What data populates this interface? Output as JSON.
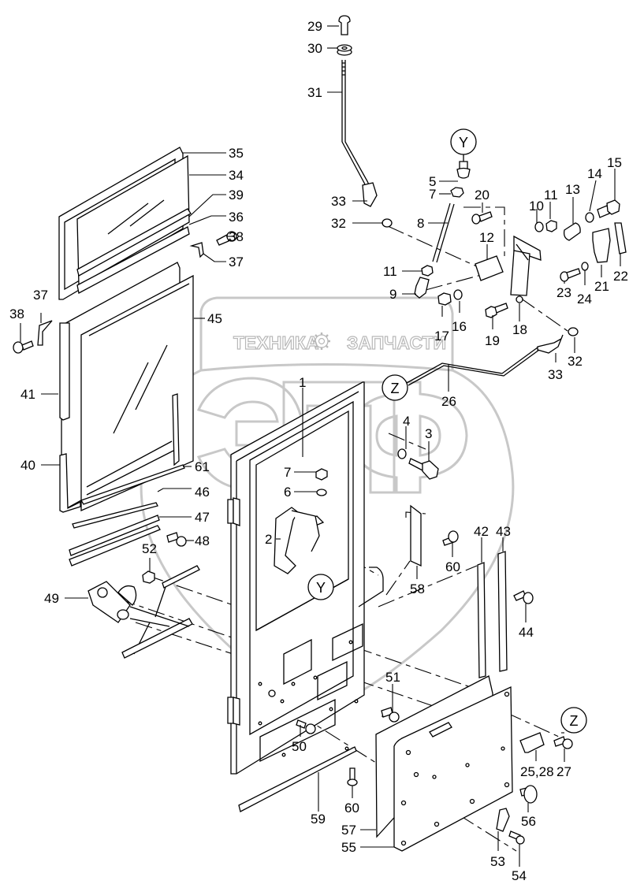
{
  "watermark": {
    "text_left": "ТЕХНИКА",
    "text_right": "ЗАПЧАСТИ",
    "logo_letters": "ЭПФ",
    "gear_icon": "gear-icon",
    "color": "#c8c8c8"
  },
  "detail_markers": {
    "Y": "Y",
    "Z": "Z"
  },
  "callouts": [
    {
      "id": "29",
      "text": "29"
    },
    {
      "id": "30",
      "text": "30"
    },
    {
      "id": "31",
      "text": "31"
    },
    {
      "id": "35",
      "text": "35"
    },
    {
      "id": "34",
      "text": "34"
    },
    {
      "id": "39",
      "text": "39"
    },
    {
      "id": "36",
      "text": "36"
    },
    {
      "id": "38a",
      "text": "38"
    },
    {
      "id": "37a",
      "text": "37"
    },
    {
      "id": "33a",
      "text": "33"
    },
    {
      "id": "32a",
      "text": "32"
    },
    {
      "id": "5",
      "text": "5"
    },
    {
      "id": "7a",
      "text": "7"
    },
    {
      "id": "8",
      "text": "8"
    },
    {
      "id": "11a",
      "text": "11"
    },
    {
      "id": "9",
      "text": "9"
    },
    {
      "id": "20",
      "text": "20"
    },
    {
      "id": "10",
      "text": "10"
    },
    {
      "id": "11b",
      "text": "11"
    },
    {
      "id": "13",
      "text": "13"
    },
    {
      "id": "14",
      "text": "14"
    },
    {
      "id": "15",
      "text": "15"
    },
    {
      "id": "12",
      "text": "12"
    },
    {
      "id": "22",
      "text": "22"
    },
    {
      "id": "21",
      "text": "21"
    },
    {
      "id": "23",
      "text": "23"
    },
    {
      "id": "24",
      "text": "24"
    },
    {
      "id": "17",
      "text": "17"
    },
    {
      "id": "16",
      "text": "16"
    },
    {
      "id": "19",
      "text": "19"
    },
    {
      "id": "18",
      "text": "18"
    },
    {
      "id": "32b",
      "text": "32"
    },
    {
      "id": "33b",
      "text": "33"
    },
    {
      "id": "37b",
      "text": "37"
    },
    {
      "id": "38b",
      "text": "38"
    },
    {
      "id": "45",
      "text": "45"
    },
    {
      "id": "41",
      "text": "41"
    },
    {
      "id": "40",
      "text": "40"
    },
    {
      "id": "61",
      "text": "61"
    },
    {
      "id": "46",
      "text": "46"
    },
    {
      "id": "47",
      "text": "47"
    },
    {
      "id": "48",
      "text": "48"
    },
    {
      "id": "52",
      "text": "52"
    },
    {
      "id": "49",
      "text": "49"
    },
    {
      "id": "1",
      "text": "1"
    },
    {
      "id": "26",
      "text": "26"
    },
    {
      "id": "4",
      "text": "4"
    },
    {
      "id": "3",
      "text": "3"
    },
    {
      "id": "7b",
      "text": "7"
    },
    {
      "id": "6",
      "text": "6"
    },
    {
      "id": "2",
      "text": "2"
    },
    {
      "id": "58",
      "text": "58"
    },
    {
      "id": "60a",
      "text": "60"
    },
    {
      "id": "42",
      "text": "42"
    },
    {
      "id": "43",
      "text": "43"
    },
    {
      "id": "44",
      "text": "44"
    },
    {
      "id": "51",
      "text": "51"
    },
    {
      "id": "50",
      "text": "50"
    },
    {
      "id": "60b",
      "text": "60"
    },
    {
      "id": "59",
      "text": "59"
    },
    {
      "id": "57",
      "text": "57"
    },
    {
      "id": "55",
      "text": "55"
    },
    {
      "id": "25_28",
      "text": "25,28"
    },
    {
      "id": "27",
      "text": "27"
    },
    {
      "id": "56",
      "text": "56"
    },
    {
      "id": "53",
      "text": "53"
    },
    {
      "id": "54",
      "text": "54"
    }
  ]
}
